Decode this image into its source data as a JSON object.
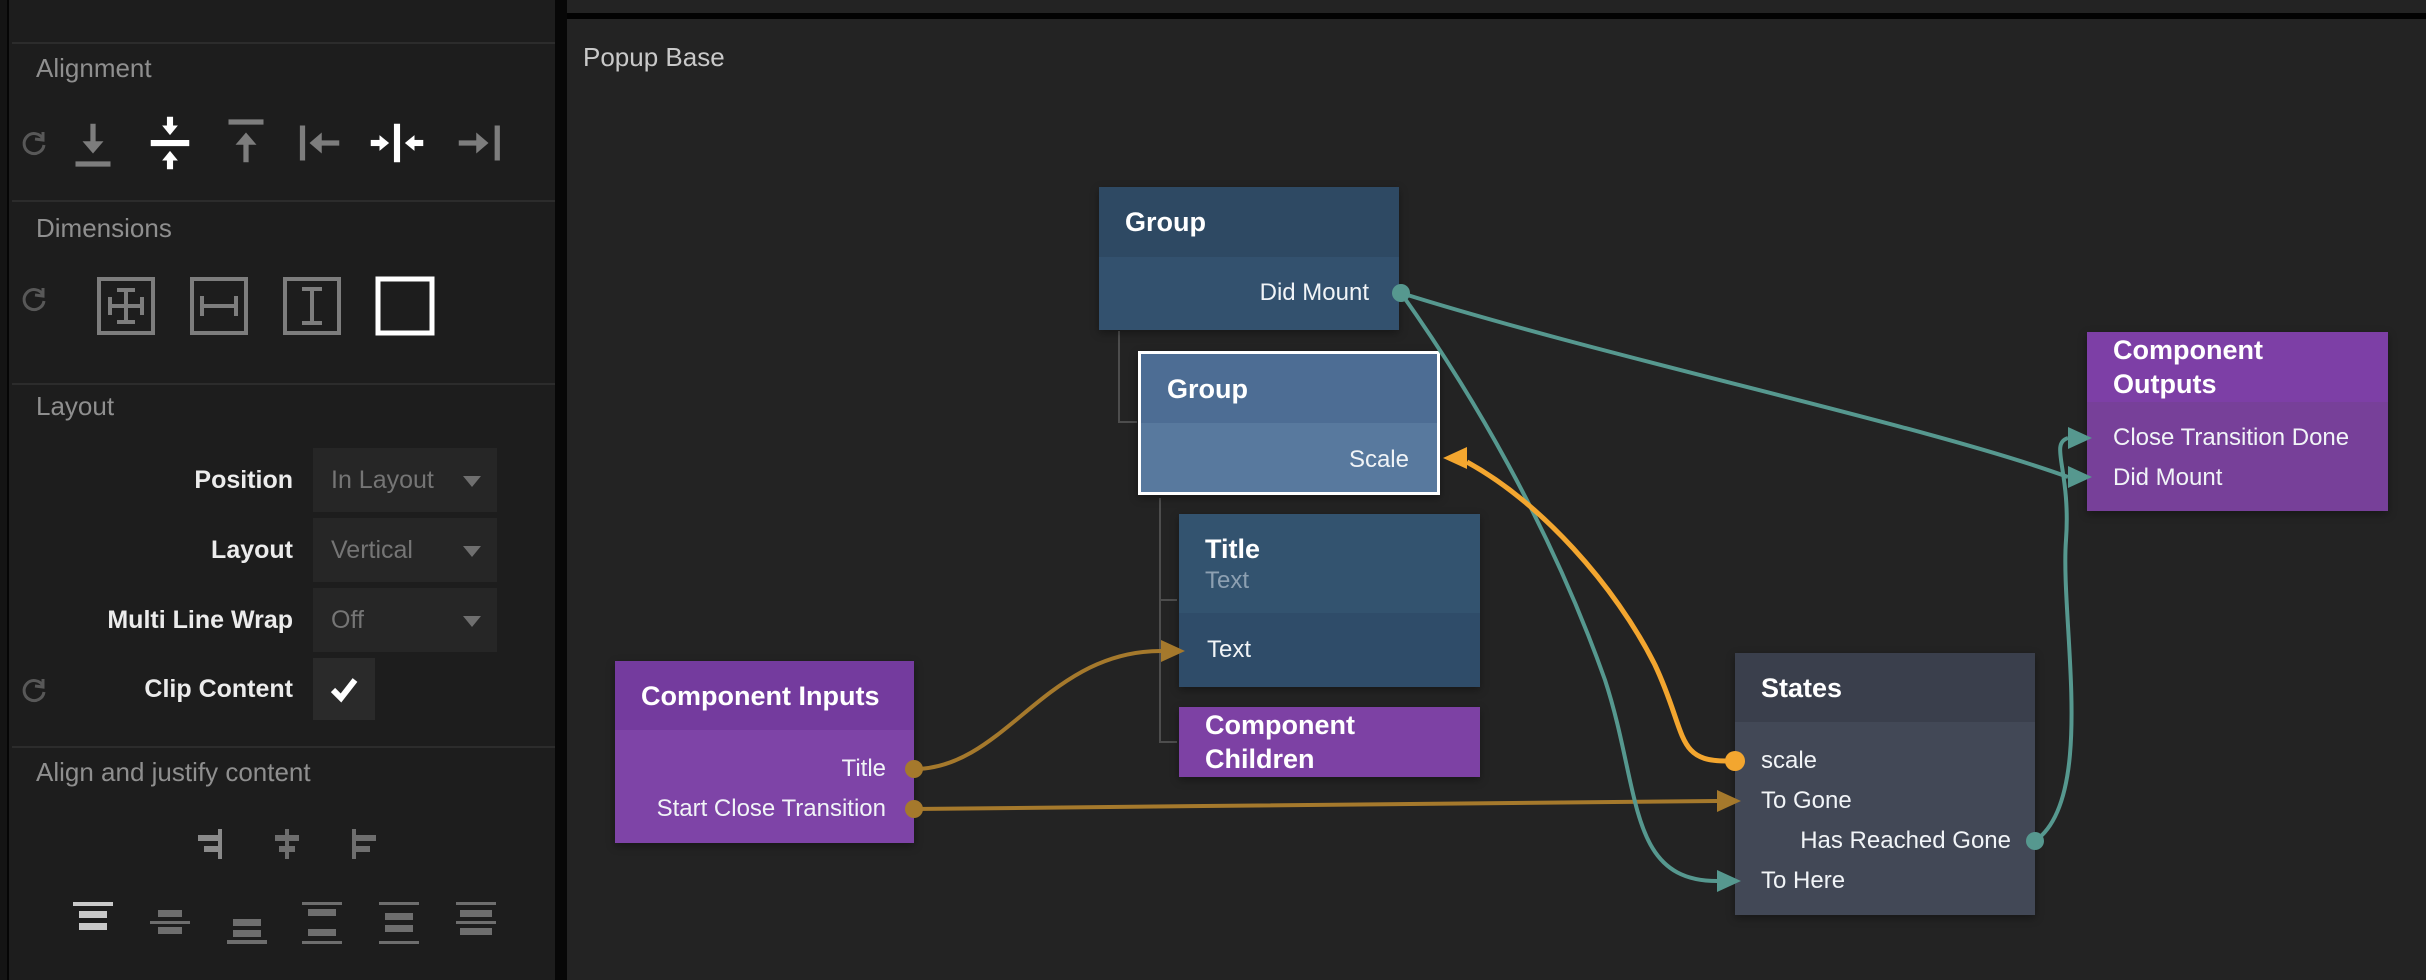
{
  "sidebar": {
    "alignment": {
      "title": "Alignment",
      "icons": [
        "reset-icon",
        "align-bottom-icon",
        "align-vertical-center-icon",
        "align-top-icon",
        "align-left-icon",
        "align-horizontal-center-icon",
        "align-right-icon"
      ],
      "active_icons": [
        "align-vertical-center-icon",
        "align-horizontal-center-icon"
      ]
    },
    "dimensions": {
      "title": "Dimensions",
      "icons": [
        "reset-icon",
        "size-width-and-height-icon",
        "size-width-icon",
        "size-height-icon",
        "size-none-icon"
      ],
      "active_icon": "size-none-icon"
    },
    "layout": {
      "title": "Layout",
      "position_label": "Position",
      "position_value": "In Layout",
      "layout_label": "Layout",
      "layout_value": "Vertical",
      "wrap_label": "Multi Line Wrap",
      "wrap_value": "Off",
      "clip_label": "Clip Content",
      "clip_checked": true
    },
    "align_justify": {
      "title": "Align and justify content",
      "icons_row1": [
        "align-content-right-icon",
        "align-content-center-icon",
        "align-content-left-icon"
      ],
      "icons_row2": [
        "justify-top-icon",
        "justify-center-icon",
        "justify-bottom-icon",
        "space-between-icon",
        "space-around-icon",
        "space-evenly-icon"
      ],
      "active_icon": "justify-top-icon"
    }
  },
  "canvas": {
    "title": "Popup Base",
    "nodes": [
      {
        "title": "Group",
        "rows": [
          {
            "label": "Did Mount",
            "side": "output"
          }
        ]
      },
      {
        "title": "Group",
        "selected": true,
        "rows": [
          {
            "label": "Scale",
            "side": "input"
          }
        ]
      },
      {
        "title": "Title",
        "subtitle": "Text",
        "rows": [
          {
            "label": "Text",
            "side": "input"
          }
        ]
      },
      {
        "title": "Component Children",
        "rows": []
      },
      {
        "title": "Component Inputs",
        "rows": [
          {
            "label": "Title",
            "side": "output"
          },
          {
            "label": "Start Close Transition",
            "side": "output"
          }
        ]
      },
      {
        "title": "States",
        "rows": [
          {
            "label": "scale",
            "side": "output"
          },
          {
            "label": "To Gone",
            "side": "input"
          },
          {
            "label": "Has Reached Gone",
            "side": "output"
          },
          {
            "label": "To Here",
            "side": "input"
          }
        ]
      },
      {
        "title": "Component Outputs",
        "rows": [
          {
            "label": "Close Transition Done",
            "side": "input"
          },
          {
            "label": "Did Mount",
            "side": "input"
          }
        ]
      }
    ],
    "connections": [
      {
        "from": "Group.Did Mount",
        "to": "Component Outputs.Did Mount",
        "color": "teal"
      },
      {
        "from": "Group.Did Mount",
        "to": "States.To Here",
        "color": "teal"
      },
      {
        "from": "States.Has Reached Gone",
        "to": "Component Outputs.Close Transition Done",
        "color": "teal"
      },
      {
        "from": "Component Inputs.Title",
        "to": "Title.Text",
        "color": "orange-dim"
      },
      {
        "from": "Component Inputs.Start Close Transition",
        "to": "States.To Gone",
        "color": "orange-dim"
      },
      {
        "from": "States.scale",
        "to": "Group.Scale",
        "color": "orange-bright",
        "highlighted": true
      }
    ],
    "colors": {
      "background": "#232323",
      "wire_teal": "#56988f",
      "wire_orange_dim": "#a5792c",
      "wire_orange_bright": "#f3a62f",
      "selection_border": "#ffffff",
      "node_blue": "#33516e",
      "node_purple": "#7e44a7",
      "node_slate": "#424856"
    }
  }
}
